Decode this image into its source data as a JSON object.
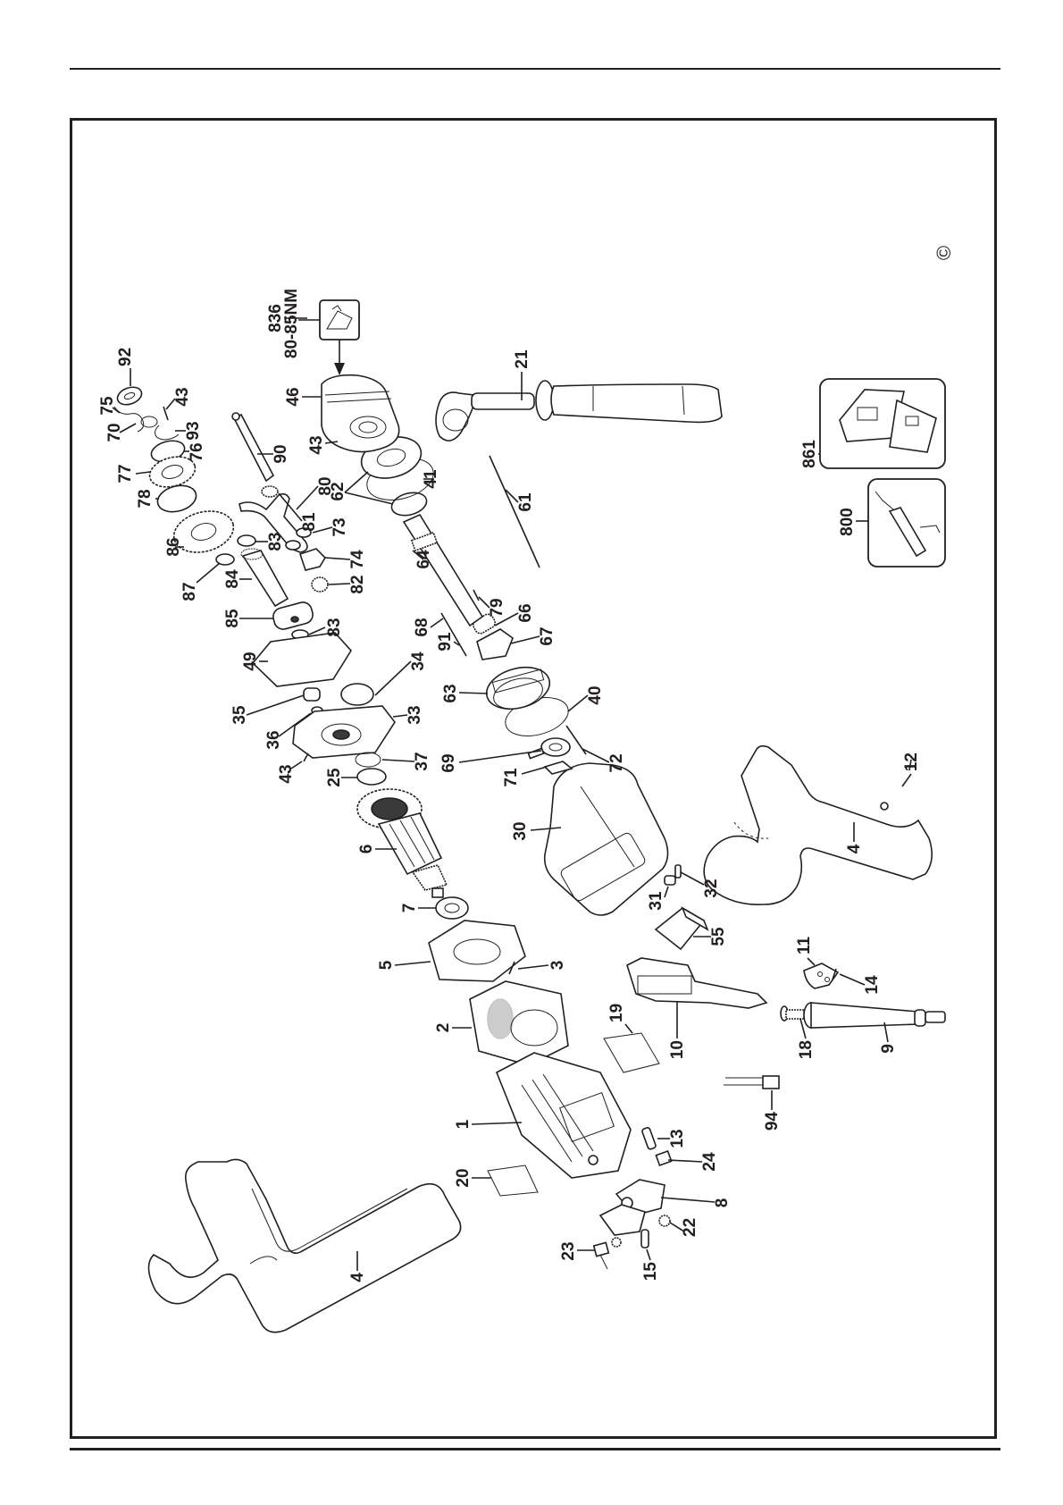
{
  "page": {
    "type": "exploded parts diagram",
    "orientation": "rotated 90 degrees counter-clockwise"
  },
  "copyright_mark": "©",
  "torque_note": {
    "part": "836",
    "value": "80-85NM"
  },
  "callouts": [
    {
      "id": "c-92",
      "label": "92"
    },
    {
      "id": "c-75",
      "label": "75"
    },
    {
      "id": "c-70",
      "label": "70"
    },
    {
      "id": "c-43a",
      "label": "43"
    },
    {
      "id": "c-93",
      "label": "93"
    },
    {
      "id": "c-76",
      "label": "76"
    },
    {
      "id": "c-77",
      "label": "77"
    },
    {
      "id": "c-78",
      "label": "78"
    },
    {
      "id": "c-86",
      "label": "86"
    },
    {
      "id": "c-87",
      "label": "87"
    },
    {
      "id": "c-84",
      "label": "84"
    },
    {
      "id": "c-85",
      "label": "85"
    },
    {
      "id": "c-83a",
      "label": "83"
    },
    {
      "id": "c-83b",
      "label": "83"
    },
    {
      "id": "c-49",
      "label": "49"
    },
    {
      "id": "c-35",
      "label": "35"
    },
    {
      "id": "c-36",
      "label": "36"
    },
    {
      "id": "c-43b",
      "label": "43"
    },
    {
      "id": "c-25",
      "label": "25"
    },
    {
      "id": "c-37",
      "label": "37"
    },
    {
      "id": "c-33",
      "label": "33"
    },
    {
      "id": "c-34",
      "label": "34"
    },
    {
      "id": "c-90",
      "label": "90"
    },
    {
      "id": "c-81",
      "label": "81"
    },
    {
      "id": "c-80",
      "label": "80"
    },
    {
      "id": "c-73",
      "label": "73"
    },
    {
      "id": "c-74",
      "label": "74"
    },
    {
      "id": "c-82",
      "label": "82"
    },
    {
      "id": "c-836",
      "label": "836"
    },
    {
      "id": "c-46",
      "label": "46"
    },
    {
      "id": "c-43c",
      "label": "43"
    },
    {
      "id": "c-41",
      "label": "41"
    },
    {
      "id": "c-62",
      "label": "62"
    },
    {
      "id": "c-21",
      "label": "21"
    },
    {
      "id": "c-61",
      "label": "61"
    },
    {
      "id": "c-64",
      "label": "64"
    },
    {
      "id": "c-79",
      "label": "79"
    },
    {
      "id": "c-66",
      "label": "66"
    },
    {
      "id": "c-67",
      "label": "67"
    },
    {
      "id": "c-68",
      "label": "68"
    },
    {
      "id": "c-91",
      "label": "91"
    },
    {
      "id": "c-63",
      "label": "63"
    },
    {
      "id": "c-40",
      "label": "40"
    },
    {
      "id": "c-69",
      "label": "69"
    },
    {
      "id": "c-72",
      "label": "72"
    },
    {
      "id": "c-71",
      "label": "71"
    },
    {
      "id": "c-30",
      "label": "30"
    },
    {
      "id": "c-31",
      "label": "31"
    },
    {
      "id": "c-32",
      "label": "32"
    },
    {
      "id": "c-12",
      "label": "12"
    },
    {
      "id": "c-4r",
      "label": "4"
    },
    {
      "id": "c-6",
      "label": "6"
    },
    {
      "id": "c-7",
      "label": "7"
    },
    {
      "id": "c-5",
      "label": "5"
    },
    {
      "id": "c-3",
      "label": "3"
    },
    {
      "id": "c-55",
      "label": "55"
    },
    {
      "id": "c-11",
      "label": "11"
    },
    {
      "id": "c-14",
      "label": "14"
    },
    {
      "id": "c-2",
      "label": "2"
    },
    {
      "id": "c-19",
      "label": "19"
    },
    {
      "id": "c-10",
      "label": "10"
    },
    {
      "id": "c-18",
      "label": "18"
    },
    {
      "id": "c-9",
      "label": "9"
    },
    {
      "id": "c-94",
      "label": "94"
    },
    {
      "id": "c-1",
      "label": "1"
    },
    {
      "id": "c-13",
      "label": "13"
    },
    {
      "id": "c-20",
      "label": "20"
    },
    {
      "id": "c-24",
      "label": "24"
    },
    {
      "id": "c-8",
      "label": "8"
    },
    {
      "id": "c-22",
      "label": "22"
    },
    {
      "id": "c-23",
      "label": "23"
    },
    {
      "id": "c-15",
      "label": "15"
    },
    {
      "id": "c-4l",
      "label": "4"
    },
    {
      "id": "c-861",
      "label": "861"
    },
    {
      "id": "c-800",
      "label": "800"
    }
  ]
}
